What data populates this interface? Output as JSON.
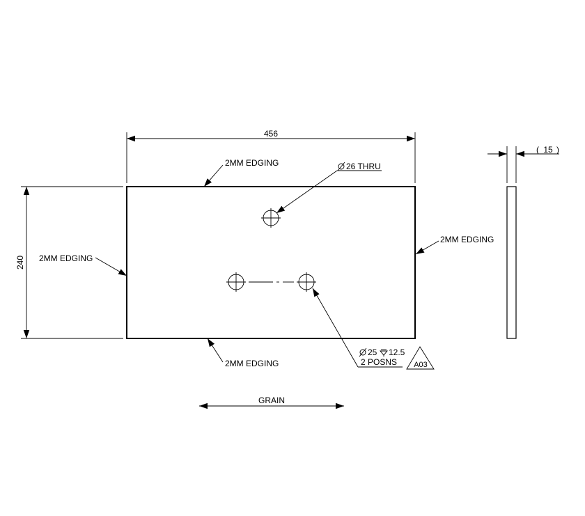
{
  "dimensions": {
    "width": "456",
    "height": "240",
    "thickness": "15"
  },
  "notes": {
    "edging_top": "2MM EDGING",
    "edging_right": "2MM EDGING",
    "edging_left": "2MM EDGING",
    "edging_bottom": "2MM EDGING",
    "hole_thru": "26 THRU",
    "hole_blind_diameter": "25",
    "hole_blind_depth": "12.5",
    "hole_count": "2 POSNS",
    "grain": "GRAIN",
    "callout_tag": "A03"
  },
  "symbols": [
    "diameter-symbol",
    "depth-symbol",
    "centerline-mark"
  ]
}
